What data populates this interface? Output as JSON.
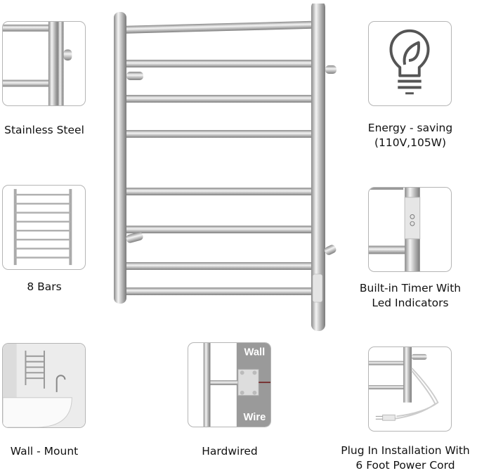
{
  "features": [
    {
      "id": "stainless",
      "label": "Stainless Steel",
      "icon": "rail-closeup-icon"
    },
    {
      "id": "bars",
      "label": "8  Bars",
      "icon": "towel-rack-icon"
    },
    {
      "id": "wallmount",
      "label": "Wall - Mount",
      "icon": "bathroom-scene-icon"
    },
    {
      "id": "energy",
      "label": "Energy - saving",
      "label2": "(110V,105W)",
      "icon": "lightbulb-leaf-icon"
    },
    {
      "id": "timer",
      "label": "Built-in Timer With",
      "label2": "Led Indicators",
      "icon": "timer-control-icon"
    },
    {
      "id": "hardwired",
      "label": "Hardwired",
      "icon": "wall-box-icon",
      "wall_text": "Wall",
      "wire_text": "Wire"
    },
    {
      "id": "plugin",
      "label": "Plug In Installation With",
      "label2": "6 Foot Power Cord",
      "icon": "power-cord-icon"
    }
  ],
  "product": {
    "bars": 8,
    "icon": "heated-towel-rack"
  },
  "colors": {
    "steel": "#c8c8c8",
    "steel_dark": "#8c8c8c",
    "border": "#b5b5b5",
    "icon": "#555555",
    "wall": "#9a9a9a"
  }
}
